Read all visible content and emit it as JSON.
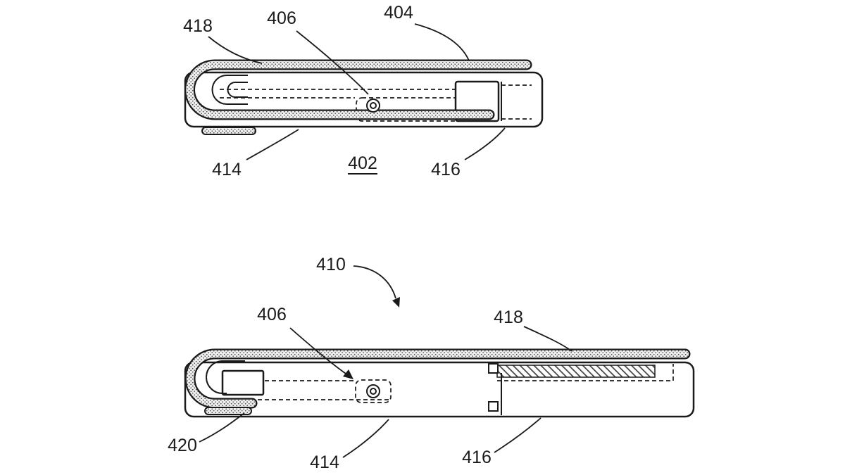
{
  "diagram": {
    "description_colors": {
      "ink": "#1a1a1a",
      "background": "#ffffff"
    },
    "fig_top": {
      "figure_number": "402",
      "callouts": {
        "c418": "418",
        "c406": "406",
        "c404": "404",
        "c414": "414",
        "c416": "416"
      }
    },
    "fig_bottom": {
      "callouts": {
        "c410": "410",
        "c406": "406",
        "c418": "418",
        "c420": "420",
        "c414": "414",
        "c416": "416"
      }
    }
  }
}
